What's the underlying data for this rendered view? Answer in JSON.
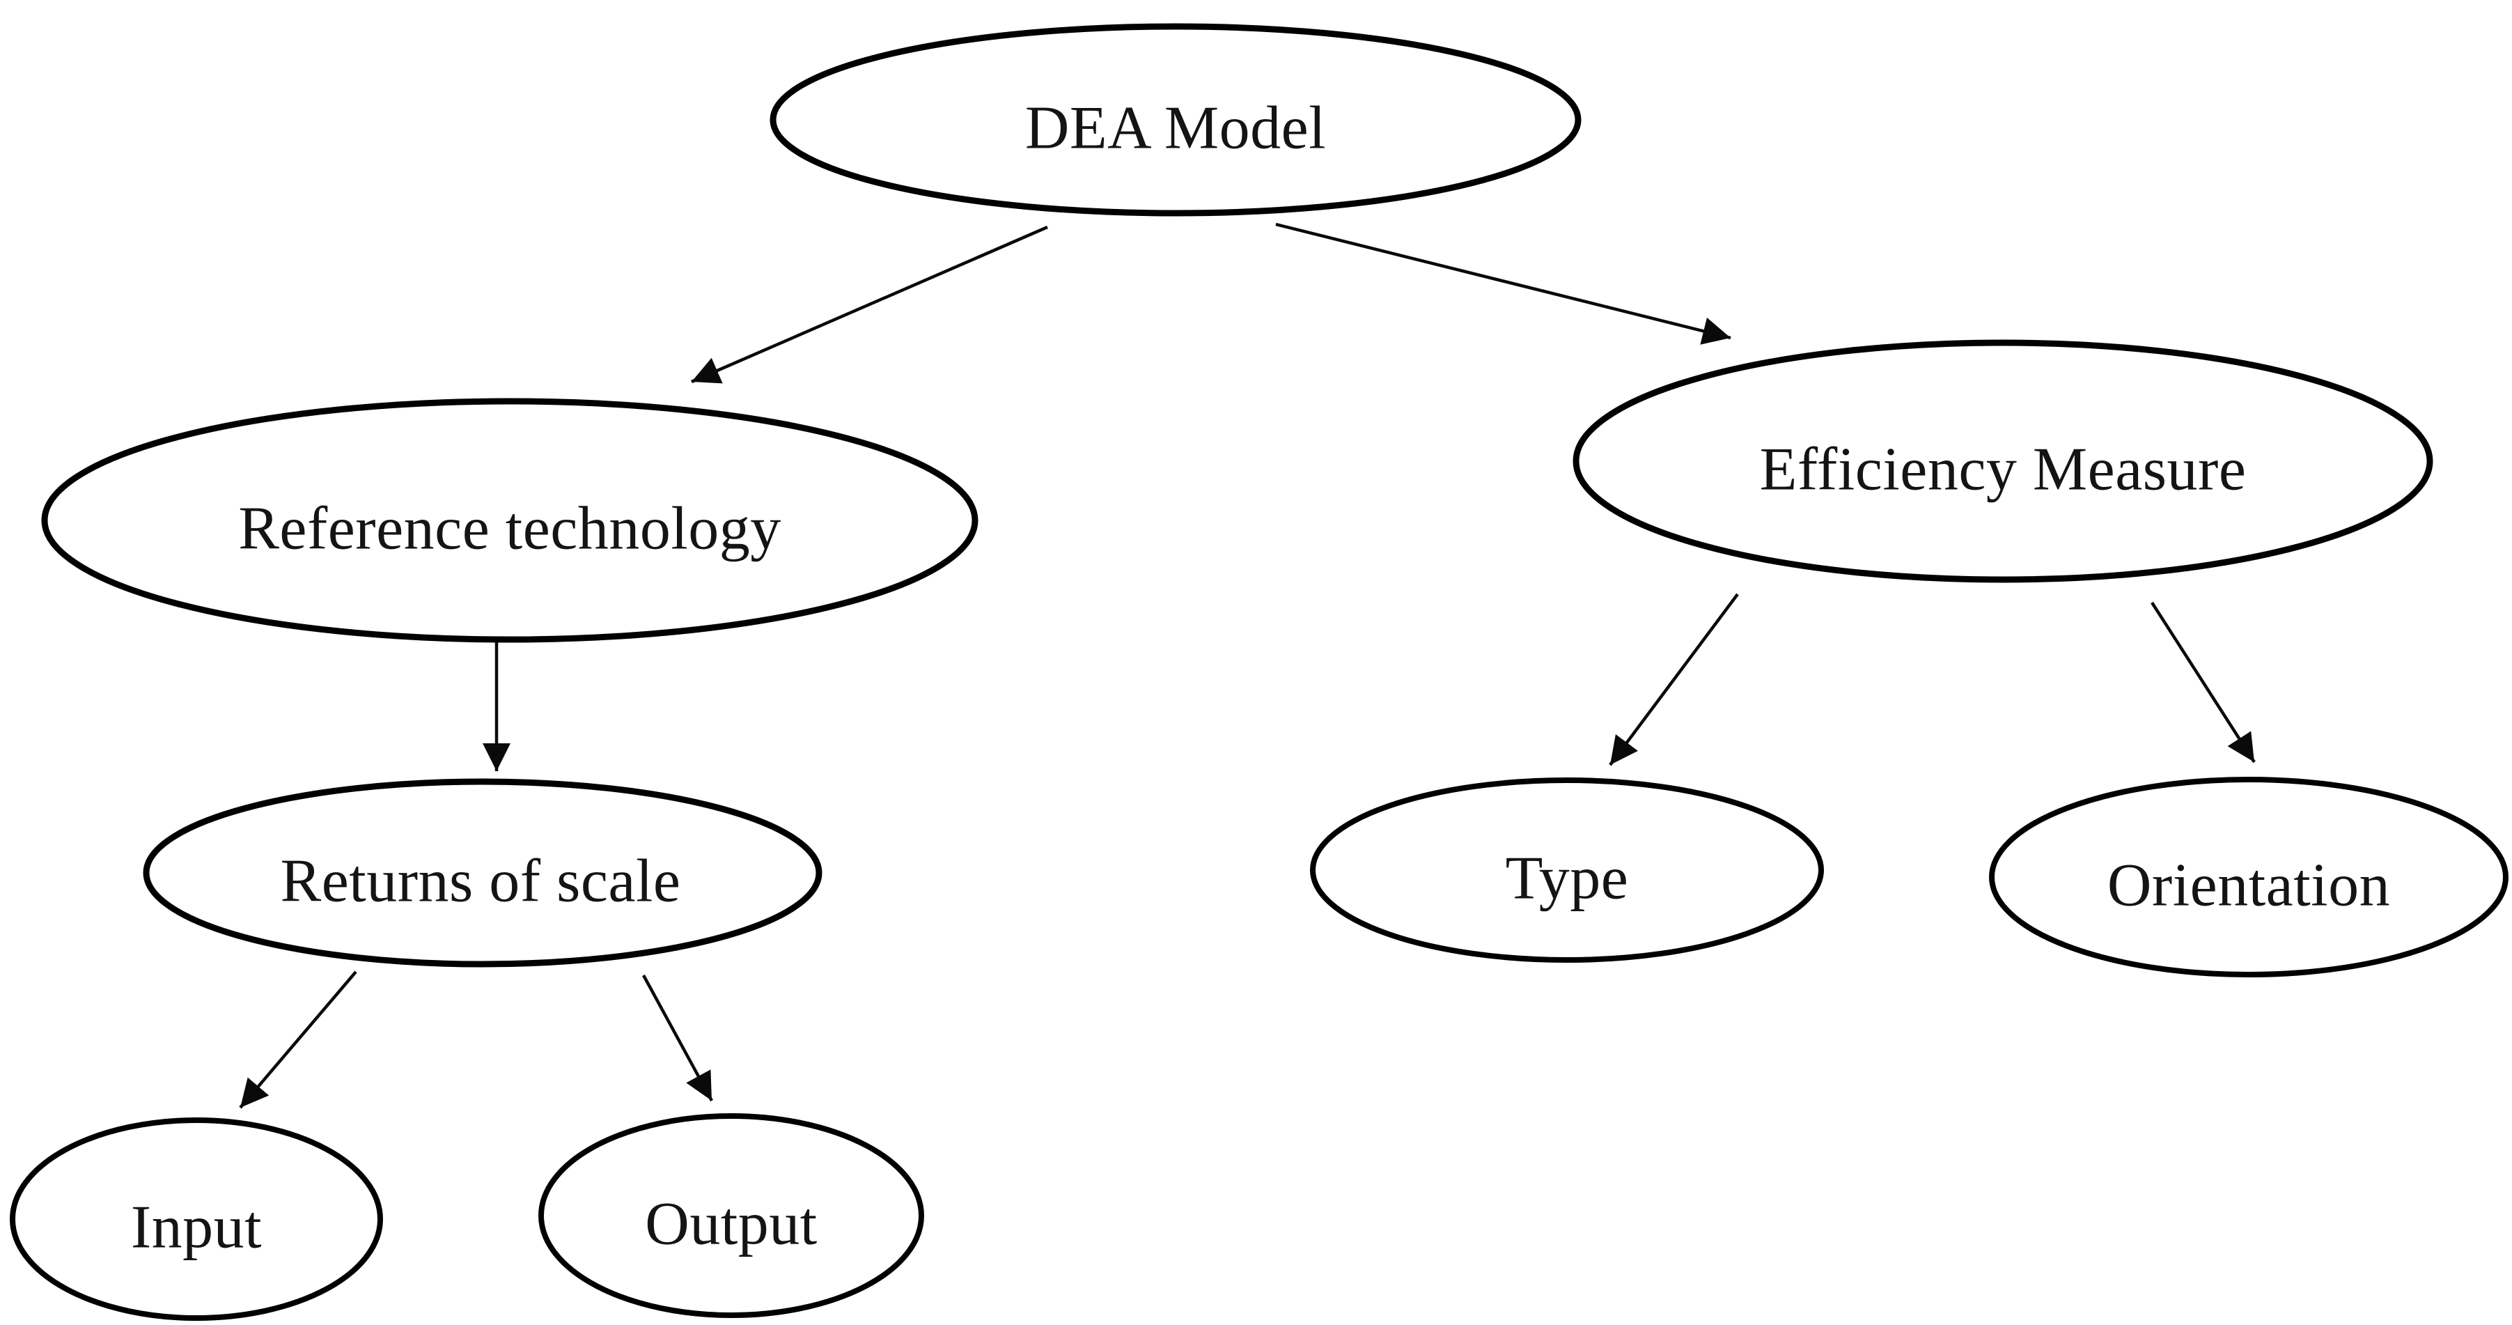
{
  "diagram": {
    "background_color": "#ffffff",
    "stroke_color": "#000000",
    "node_fill_color": "#ffffff",
    "text_color": "#141414",
    "nodes": {
      "dea_model": {
        "label": "DEA Model",
        "level": 0
      },
      "reference_technology": {
        "label": "Reference technology",
        "level": 1
      },
      "efficiency_measure": {
        "label": "Efficiency Measure",
        "level": 1
      },
      "returns_of_scale": {
        "label": "Returns of scale",
        "level": 2
      },
      "type": {
        "label": "Type",
        "level": 2
      },
      "orientation": {
        "label": "Orientation",
        "level": 2
      },
      "input": {
        "label": "Input",
        "level": 3
      },
      "output": {
        "label": "Output",
        "level": 3
      }
    },
    "edges": [
      {
        "from": "DEA Model",
        "to": "Reference technology"
      },
      {
        "from": "DEA Model",
        "to": "Efficiency Measure"
      },
      {
        "from": "Reference technology",
        "to": "Returns of scale"
      },
      {
        "from": "Returns of scale",
        "to": "Input"
      },
      {
        "from": "Returns of scale",
        "to": "Output"
      },
      {
        "from": "Efficiency Measure",
        "to": "Type"
      },
      {
        "from": "Efficiency Measure",
        "to": "Orientation"
      }
    ]
  }
}
